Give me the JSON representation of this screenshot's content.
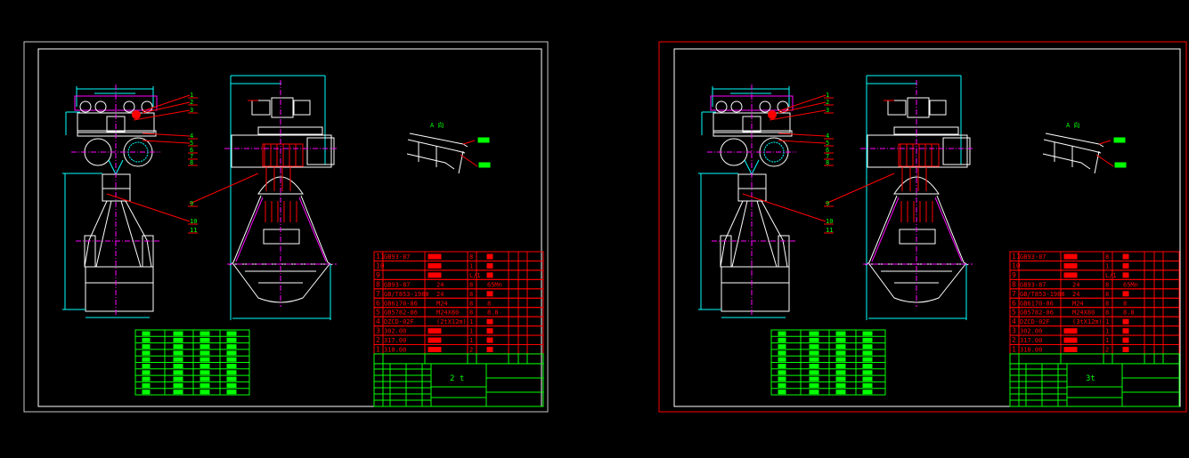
{
  "colors": {
    "background": "#000000",
    "sheet_border": "#c8c8c8",
    "active_sheet_border": "#ff0000",
    "frame": "#ffffff",
    "outline": "#ffffff",
    "centerline": "#ff00ff",
    "dimension": "#00ffff",
    "hatch": "#ff0000",
    "callout_text": "#00ff00",
    "leader": "#ff0000",
    "parts_table": "#ff0000",
    "title_block": "#00ff00"
  },
  "sheets": [
    {
      "id": "left",
      "active": false,
      "callouts": [
        "1",
        "2",
        "3",
        "4",
        "5",
        "6",
        "7",
        "8",
        "9",
        "10",
        "11"
      ],
      "detail_label": "A 向",
      "parts": [
        {
          "no": "11",
          "code": "GB93-87",
          "qty": "8"
        },
        {
          "no": "10",
          "code": "",
          "qty": "1"
        },
        {
          "no": "9",
          "code": "",
          "qty": "L/1"
        },
        {
          "no": "8",
          "code": "GB93-87",
          "name": "24",
          "qty": "8",
          "remark": "65Mn"
        },
        {
          "no": "7",
          "code": "GB/T853-1988",
          "name": "24",
          "qty": "8"
        },
        {
          "no": "6",
          "code": "GB6170-86",
          "name": "M24",
          "qty": "8",
          "remark": "8"
        },
        {
          "no": "5",
          "code": "GB5782-86",
          "name": "M24X80",
          "qty": "8",
          "remark": "8.8"
        },
        {
          "no": "4",
          "code": "DZCD-02F",
          "name": "(2tX12m)",
          "qty": "1"
        },
        {
          "no": "3",
          "code": "302.00",
          "qty": "1"
        },
        {
          "no": "2",
          "code": "317.00",
          "qty": "1"
        },
        {
          "no": "1",
          "code": "318.00",
          "qty": "2"
        }
      ],
      "title_text": "2 t"
    },
    {
      "id": "right",
      "active": true,
      "callouts": [
        "1",
        "2",
        "3",
        "4",
        "5",
        "6",
        "7",
        "8",
        "9",
        "10",
        "11"
      ],
      "detail_label": "A 向",
      "parts": [
        {
          "no": "11",
          "code": "GB93-87",
          "qty": "8"
        },
        {
          "no": "10",
          "code": "",
          "qty": "1"
        },
        {
          "no": "9",
          "code": "",
          "qty": "L/1"
        },
        {
          "no": "8",
          "code": "GB93-87",
          "name": "24",
          "qty": "8",
          "remark": "65Mn"
        },
        {
          "no": "7",
          "code": "GB/T853-1988",
          "name": "24",
          "qty": "8"
        },
        {
          "no": "6",
          "code": "GB6170-86",
          "name": "M24",
          "qty": "8",
          "remark": "8"
        },
        {
          "no": "5",
          "code": "GB5782-86",
          "name": "M24X80",
          "qty": "8",
          "remark": "8.8"
        },
        {
          "no": "4",
          "code": "DZCD-02F",
          "name": "(3tX12m)",
          "qty": "1"
        },
        {
          "no": "3",
          "code": "302.00",
          "qty": "1"
        },
        {
          "no": "2",
          "code": "317.00",
          "qty": "1"
        },
        {
          "no": "1",
          "code": "318.00",
          "qty": "2"
        }
      ],
      "title_text": "3t"
    }
  ]
}
